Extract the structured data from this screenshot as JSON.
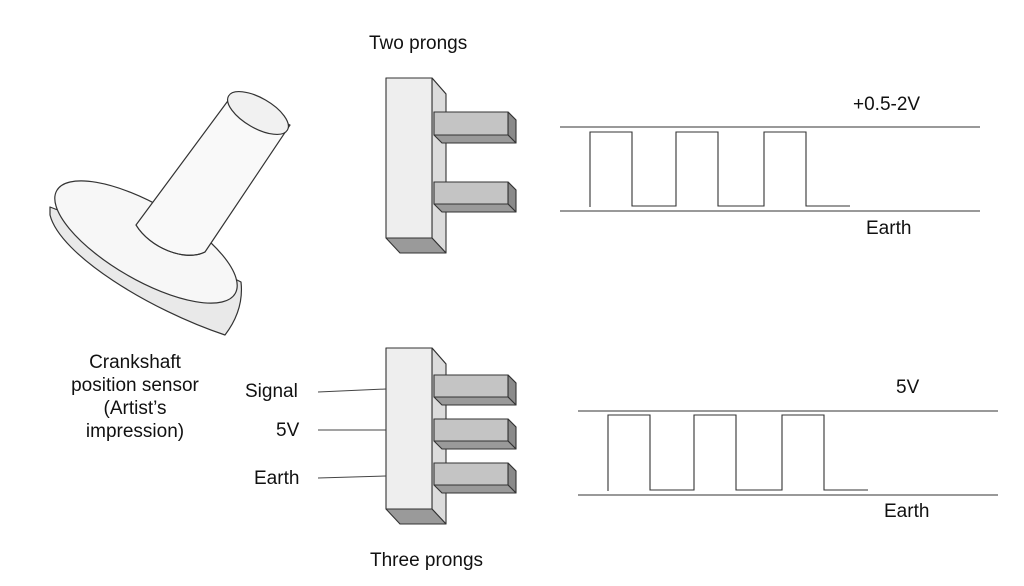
{
  "labels": {
    "two_prongs": "Two prongs",
    "three_prongs": "Three prongs",
    "top_high": "+0.5-2V",
    "top_low": "Earth",
    "bottom_high": "5V",
    "bottom_low": "Earth",
    "pin_signal": "Signal",
    "pin_5v": "5V",
    "pin_earth": "Earth"
  },
  "sensor_caption": [
    "Crankshaft",
    "position sensor",
    "(Artist’s",
    "impression)"
  ],
  "colors": {
    "outline": "#333333",
    "prong_fill": "#c4c4c4",
    "prong_dark": "#8a8a8a",
    "block_face": "#ececec",
    "block_side": "#d8d8d8",
    "block_base": "#9a9a9a"
  }
}
